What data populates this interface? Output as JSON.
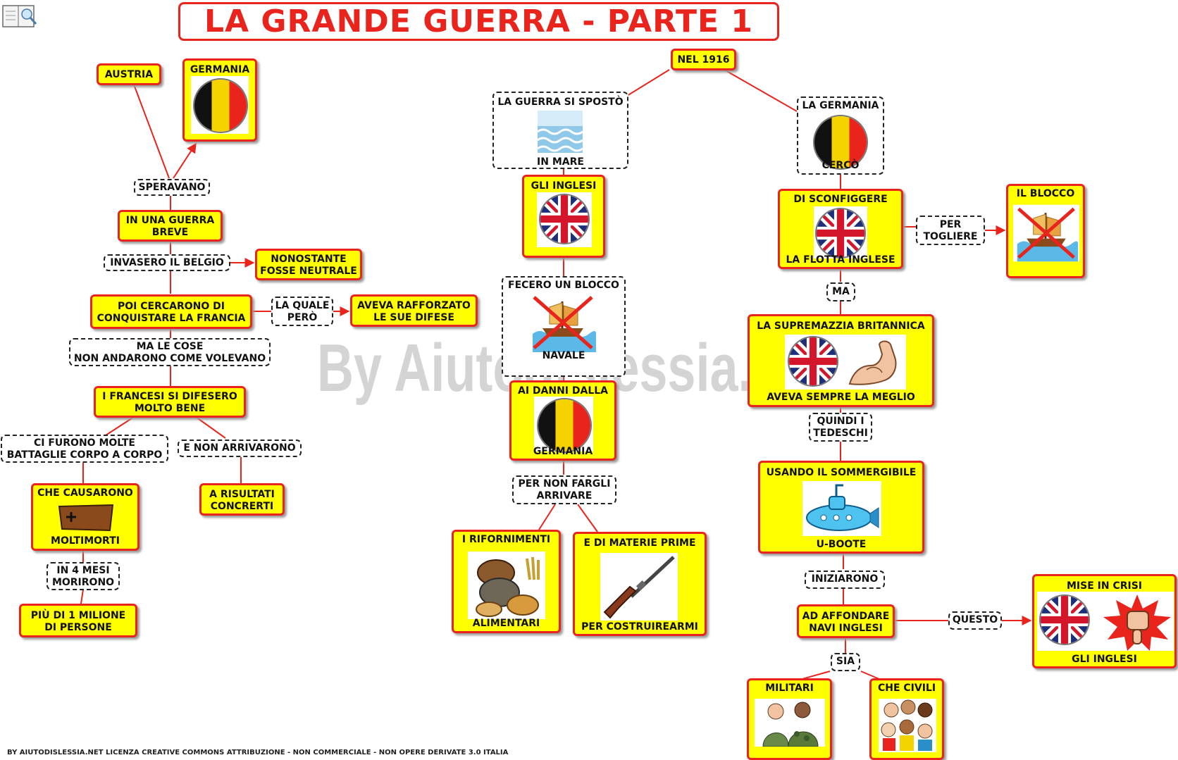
{
  "title": "LA GRANDE GUERRA - PARTE 1",
  "watermark": "By Aiutodislessia.net",
  "footer": "BY AIUTODISLESSIA.NET LICENZA CREATIVE COMMONS ATTRIBUZIONE - NON COMMERCIALE - NON OPERE DERIVATE 3.0 ITALIA",
  "colors": {
    "node_fill": "#ffff00",
    "node_border": "#e8241d",
    "title": "#e8241d",
    "link": "#e8241d"
  },
  "icons": [
    "belgium-flag-icon",
    "uk-flag-icon",
    "sea-waves-icon",
    "crossed-ship-icon",
    "coffin-icon",
    "flexed-arm-icon",
    "submarine-icon",
    "food-sacks-icon",
    "rifle-icon",
    "thumbs-down-icon",
    "soldiers-icon",
    "civilians-icon",
    "book-logo-icon"
  ],
  "left": {
    "austria": "AUSTRIA",
    "germania": "GERMANIA",
    "speravano": "SPERAVANO",
    "guerra_breve": [
      "IN UNA GUERRA",
      "BREVE"
    ],
    "invasero": "INVASERO IL BELGIO",
    "nonostante": [
      "NONOSTANTE",
      "FOSSE NEUTRALE"
    ],
    "poi_cercarono": [
      "POI CERCARONO DI",
      "CONQUISTARE LA FRANCIA"
    ],
    "la_quale": [
      "LA QUALE",
      "PERÒ"
    ],
    "rafforzato": [
      "AVEVA RAFFORZATO",
      "LE SUE DIFESE"
    ],
    "ma_le_cose": [
      "MA LE COSE",
      "NON ANDARONO COME VOLEVANO"
    ],
    "francesi": [
      "I FRANCESI SI DIFESERO",
      "MOLTO BENE"
    ],
    "battaglie": [
      "CI FURONO MOLTE",
      "BATTAGLIE CORPO A CORPO"
    ],
    "non_arrivarono": "E NON ARRIVARONO",
    "causarono": [
      "CHE CAUSARONO",
      "MOLTIMORTI"
    ],
    "risultati": [
      "A RISULTATI",
      "CONCRERTI"
    ],
    "in_4_mesi": [
      "IN 4 MESI",
      "MORIRONO"
    ],
    "milione": [
      "PIÙ DI 1 MILIONE",
      "DI PERSONE"
    ]
  },
  "middle": {
    "nel_1916": "NEL 1916",
    "si_sposto": [
      "LA GUERRA SI SPOSTÒ",
      "IN MARE"
    ],
    "gli_inglesi": "GLI INGLESI",
    "blocco": [
      "FECERO UN BLOCCO",
      "NAVALE"
    ],
    "danni": [
      "AI DANNI DALLA",
      "GERMANIA"
    ],
    "per_non": [
      "PER NON FARGLI",
      "ARRIVARE"
    ],
    "rifornimenti": [
      "I RIFORNIMENTI",
      "ALIMENTARI"
    ],
    "materie": [
      "E DI MATERIE PRIME",
      "PER COSTRUIREARMI"
    ]
  },
  "right": {
    "germania_cerco": [
      "LA GERMANIA",
      "CERCÒ"
    ],
    "sconfiggere": [
      "DI SCONFIGGERE",
      "LA FLOTTA INGLESE"
    ],
    "per_togliere": [
      "PER",
      "TOGLIERE"
    ],
    "il_blocco": "IL BLOCCO",
    "ma": "MA",
    "supremazia": [
      "LA SUPREMAZZIA BRITANNICA",
      "AVEVA SEMPRE LA MEGLIO"
    ],
    "quindi": [
      "QUINDI I",
      "TEDESCHI"
    ],
    "sommergibile": [
      "USANDO IL SOMMERGIBILE",
      "U-BOOTE"
    ],
    "iniziarono": "INIZIARONO",
    "affondare": [
      "AD AFFONDARE",
      "NAVI INGLESI"
    ],
    "questo": "QUESTO",
    "crisi": [
      "MISE IN CRISI",
      "GLI INGLESI"
    ],
    "sia": "SIA",
    "militari": "MILITARI",
    "civili": "CHE CIVILI"
  }
}
